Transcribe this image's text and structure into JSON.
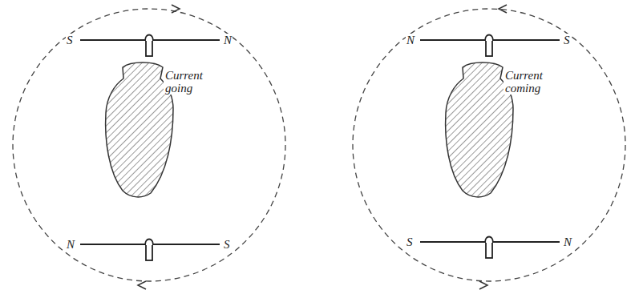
{
  "diagram": {
    "nodes": [
      {
        "text": [
          "Current going"
        ]
      },
      {
        "text": [
          "Current coming"
        ]
      }
    ],
    "labels": [
      "S",
      "N",
      "N",
      "S",
      "N",
      "S",
      "S",
      "N"
    ]
  }
}
